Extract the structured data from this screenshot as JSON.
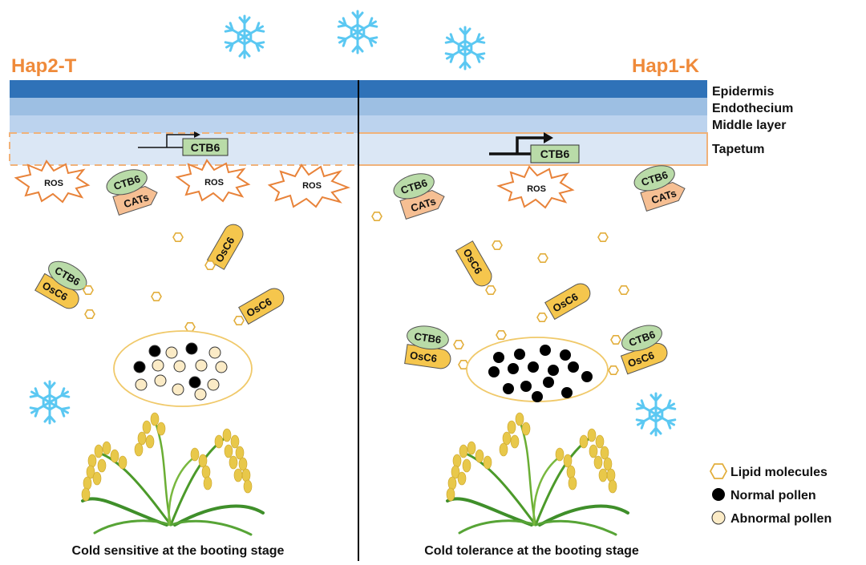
{
  "left_panel": {
    "title": "Hap2-T",
    "caption": "Cold sensitive at the booting stage",
    "gene_label": "CTB6",
    "ros_label": "ROS",
    "ctb6_label": "CTB6",
    "cats_label": "CATs",
    "osc6_label": "OsC6"
  },
  "right_panel": {
    "title": "Hap1-K",
    "caption": "Cold tolerance at the booting stage",
    "gene_label": "CTB6",
    "ros_label": "ROS",
    "ctb6_label": "CTB6",
    "cats_label": "CATs",
    "osc6_label": "OsC6"
  },
  "layers": [
    "Epidermis",
    "Endothecium",
    "Middle layer",
    "Tapetum"
  ],
  "legend": {
    "lipid": "Lipid molecules",
    "normal": "Normal pollen",
    "abnormal": "Abnormal pollen"
  },
  "colors": {
    "title": "#ef8a3a",
    "epidermis": "#2f72b8",
    "endothecium": "#9dbfe3",
    "middle_layer": "#bcd3ee",
    "tapetum": "#dbe7f5",
    "tapetum_border": "#f0b27a",
    "ros_stroke": "#e8833a",
    "ctb6_fill": "#b9dba8",
    "cats_fill": "#f6bf93",
    "osc6_fill": "#f5c64d",
    "snowflake": "#5bc8f2",
    "lipid": "#e2ae3c",
    "pollen_normal": "#000000",
    "pollen_abnormal": "#fbebc6"
  }
}
